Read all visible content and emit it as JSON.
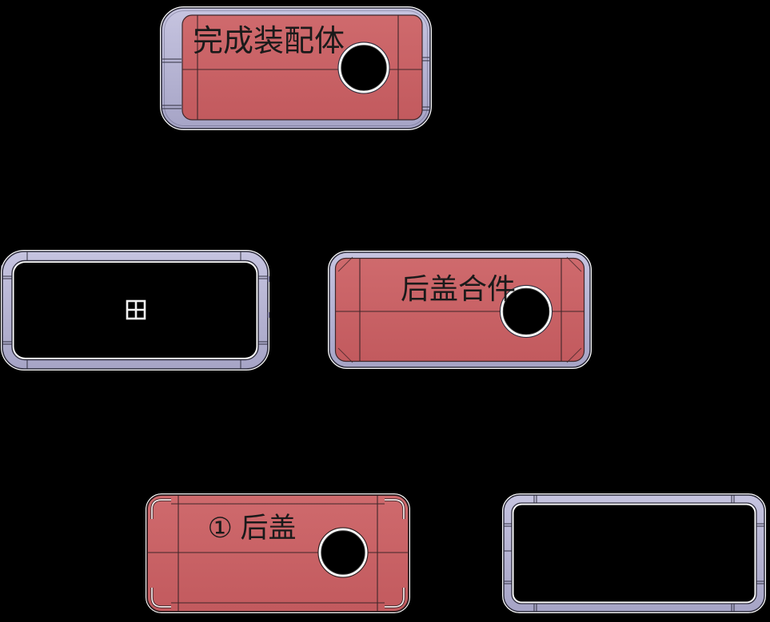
{
  "figure": {
    "background": "#000000",
    "kind": "assembly-hierarchy-diagram"
  },
  "colors": {
    "part_red": "#c96164",
    "part_red_light": "#cf6a6d",
    "frame_lavender": "#b4b2d2",
    "frame_lavender_light": "#c6c4e0",
    "frame_lavender_dark": "#a6a4c6",
    "outline_dark": "#2f2e3e",
    "seam_dark": "#3f2629",
    "halo_white": "#ffffff",
    "label_text": "#1a1a1a"
  },
  "parts": {
    "assembly_complete": {
      "label": "完成装配体"
    },
    "middle_frame": {
      "icon": "grid-icon"
    },
    "back_cover_assembly": {
      "label": "后盖合件"
    },
    "back_cover": {
      "label": "① 后盖"
    },
    "bezel_frame": {}
  }
}
